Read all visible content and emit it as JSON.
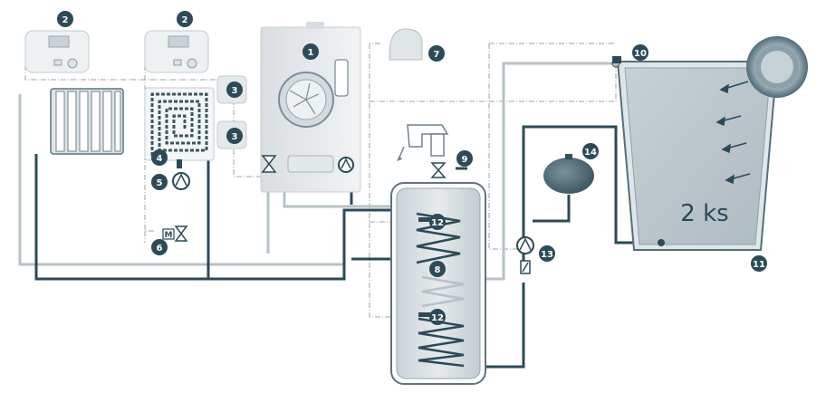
{
  "badges": [
    {
      "id": "controller-left",
      "number": "2"
    },
    {
      "id": "controller-right",
      "number": "2"
    },
    {
      "id": "boiler",
      "number": "1"
    },
    {
      "id": "outdoor-sensor",
      "number": "7"
    },
    {
      "id": "room-unit-top",
      "number": "3"
    },
    {
      "id": "room-unit-bottom",
      "number": "3"
    },
    {
      "id": "floor-sensor",
      "number": "4"
    },
    {
      "id": "floor-pump",
      "number": "5"
    },
    {
      "id": "mixing-valve",
      "number": "6"
    },
    {
      "id": "tap-valve",
      "number": "9"
    },
    {
      "id": "collector-sensor",
      "number": "10"
    },
    {
      "id": "collector",
      "number": "11"
    },
    {
      "id": "tank-sensor-top",
      "number": "12"
    },
    {
      "id": "tank-sensor-bottom",
      "number": "12"
    },
    {
      "id": "tank",
      "number": "8"
    },
    {
      "id": "solar-pump",
      "number": "13"
    },
    {
      "id": "expansion-vessel",
      "number": "14"
    }
  ],
  "collector_label": "2 ks",
  "motor_label": "M",
  "colors": {
    "badge": "#2c4a57",
    "pipe_dark": "#2c4a57",
    "pipe_light": "#b7c2c7",
    "signal": "#9aa4a8"
  }
}
